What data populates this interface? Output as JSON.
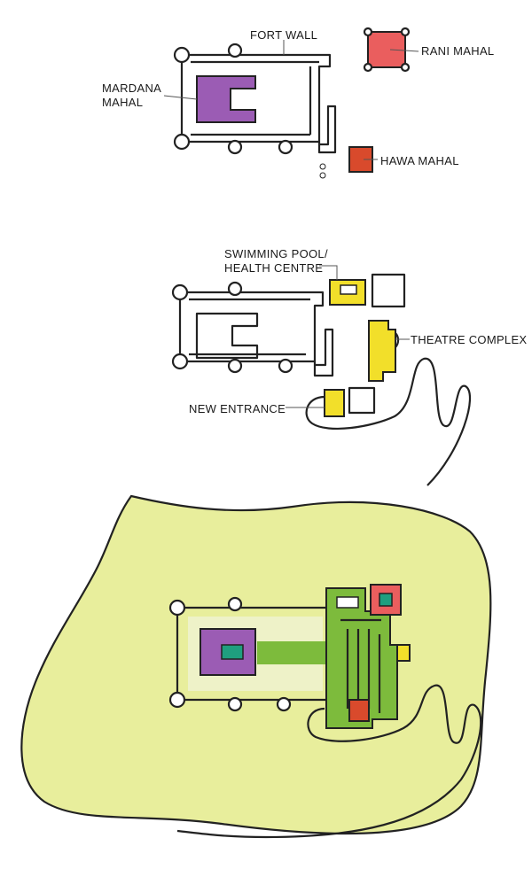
{
  "colors": {
    "mardana": "#9b5cb4",
    "rani": "#ea5e5e",
    "hawa": "#d94a2c",
    "new_works": "#f2df2a",
    "landscape": "#e8ee9c",
    "garden_green": "#7dbb3c",
    "teal_pool": "#1f9f7f",
    "ink": "#222222"
  },
  "plan1": {
    "label_fort_wall": "FORT WALL",
    "label_rani_mahal": "RANI MAHAL",
    "label_mardana_1": "MARDANA",
    "label_mardana_2": "MAHAL",
    "label_hawa_mahal": "HAWA MAHAL"
  },
  "plan2": {
    "label_pool_1": "SWIMMING POOL/",
    "label_pool_2": "HEALTH CENTRE",
    "label_theatre": "THEATRE COMPLEX",
    "label_entrance": "NEW ENTRANCE"
  },
  "plan3": {
    "icons": [
      "landscape-area",
      "garden-court",
      "mardana-block",
      "rani-block",
      "hawa-block"
    ]
  }
}
